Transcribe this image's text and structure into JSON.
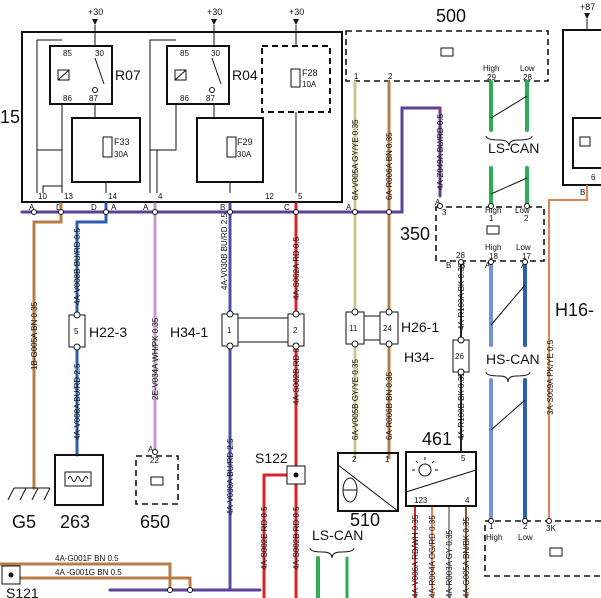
{
  "supplies": {
    "top_1": "+30",
    "top_2": "+30",
    "top_3": "+30",
    "right": "+87"
  },
  "fuse_box": {
    "id_partial": "15",
    "relays": {
      "r07": "R07",
      "r04": "R04"
    },
    "relay_pins": {
      "p85": "85",
      "p30": "30",
      "p86": "86",
      "p87": "87"
    },
    "fuses": {
      "f28": "F28",
      "f28_rating": "10A",
      "f33": "F33",
      "f33_rating": "30A",
      "f29": "F29",
      "f29_rating": "30A"
    },
    "bottom_pins": [
      "10",
      "13",
      "14",
      "4",
      "12",
      "5"
    ],
    "connector_letters": [
      "A",
      "D",
      "D",
      "A",
      "A",
      "B",
      "C",
      "A"
    ]
  },
  "modules": {
    "m500": "500",
    "m500_pins": [
      "1",
      "2"
    ],
    "m350": "350",
    "m461": "461",
    "m510": "510",
    "m263": "263",
    "m650": "650",
    "m650_pin": "22",
    "m650_letter": "A",
    "m461_pins": [
      "5",
      "123",
      "4"
    ],
    "m510_pins": [
      "2",
      "1"
    ]
  },
  "can": {
    "ls_can_top": "LS-CAN",
    "hs_can": "HS-CAN",
    "ls_can_bottom": "LS-CAN",
    "high": "High",
    "low": "Low",
    "m500_can_pins": [
      "29",
      "28"
    ],
    "m350_top_pins": [
      "1",
      "2"
    ],
    "m350_bottom_pins": [
      "18",
      "17"
    ],
    "bottom_pins": [
      "1",
      "2"
    ],
    "m350_letters": [
      "A",
      "A",
      "B",
      "B",
      "A"
    ],
    "pin28": "28",
    "pin6": "6",
    "pin3": "3",
    "pin3k": "3K",
    "bottom_b": "B"
  },
  "connectors": {
    "h22": "H22-3",
    "h22_pin": "5",
    "h34a": "H34-1",
    "h34a_pins": [
      "1",
      "2"
    ],
    "h26": "H26-1",
    "h26_pins": [
      "11",
      "24"
    ],
    "h34b": "H34-",
    "h34b_pin": "26",
    "h16": "H16-",
    "s122": "S122",
    "s121": "S121",
    "g5": "G5"
  },
  "wires": {
    "w1b_g005a": "1B-G005A BN 0.35",
    "w4a_v008b": "4A-V008B BU/RD 0.5",
    "w4a_v008a": "4A-V008A BU/RD 2.5",
    "w2e_v034a": "2E-V034A WH/PK 0.35",
    "w4a_v030b": "4A-V030B BU/RD 2.5",
    "w4a_v030a": "4A-V030A BU/RD 2.5",
    "w4a_s002a": "4A-S002A RD 0.5",
    "w4a_s002b_top": "4A-S002B RD 0.5",
    "w4a_s002e": "4A-S002E RD 0.5",
    "w4a_s002b": "4A-S002B RD 0.5",
    "w6a_v005a": "6A-V005A GY/YE 0.35",
    "w6a_r006a": "6A-R006A BN 0.35",
    "w4a_z049a": "4A-Z049A BU/RD 0.5",
    "w6a_v005b": "6A-V005B GY/YE 0.35",
    "w6a_r006b": "6A-R006B BN 0.35",
    "w4a_r100a": "4A-R100A BK 0.35",
    "w4a_r100b": "4A-R100B BK 0.35",
    "w3a_s009a": "3A-S009A PK/YE 0.5",
    "w4a_g001f": "4A-G001F BN 0.5",
    "w4a_g001g": "4A -G001G BN 0.5",
    "w4a_v006a": "4A-V006A RD/WH 0.35",
    "w4a_r004a": "4A-R004A OG/RD 0.35",
    "w4a_r003a": "4A-R003A GY 0.35",
    "w4a_g005a": "4A-G005A BN/BK 0.35"
  },
  "colors": {
    "brown": "#b87c45",
    "blue": "#2d5fb0",
    "purple": "#5c3f96",
    "red": "#d82424",
    "pink": "#c39ac9",
    "greige": "#c9c98e",
    "green": "#2cae54",
    "black": "#222222",
    "orange": "#e3844e"
  }
}
